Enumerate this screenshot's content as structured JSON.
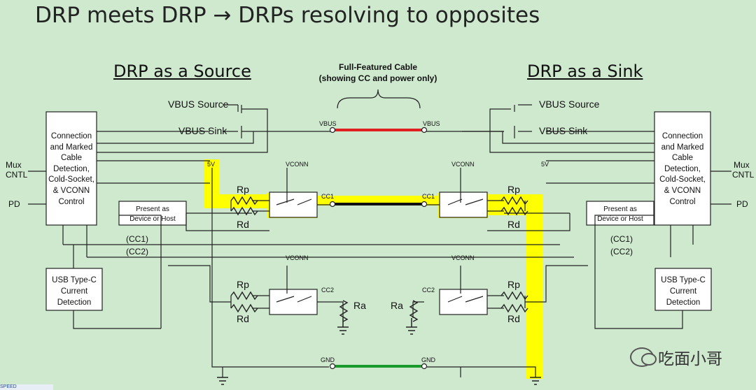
{
  "title": "DRP meets DRP → DRPs resolving to opposites",
  "left_heading": "DRP as a Source",
  "right_heading": "DRP as a Sink",
  "cable": {
    "line1": "Full-Featured Cable",
    "line2": "(showing CC and power only)"
  },
  "labels": {
    "vbus": "VBUS",
    "vbus_source": "VBUS Source",
    "vbus_sink": "VBUS Sink",
    "five_v": "5V",
    "vconn": "VCONN",
    "cc1": "CC1",
    "cc2": "CC2",
    "cc1_paren": "(CC1)",
    "cc2_paren": "(CC2)",
    "rp": "Rp",
    "rd": "Rd",
    "ra": "Ra",
    "gnd": "GND",
    "mux": "Mux",
    "cntl": "CNTL",
    "pd": "PD"
  },
  "control_box": [
    "Connection",
    "and Marked",
    "Cable",
    "Detection,",
    "Cold-Socket,",
    "& VCONN",
    "Control"
  ],
  "present_box": [
    "Present as",
    "Device or Host"
  ],
  "usb_box": [
    "USB Type-C",
    "Current",
    "Detection"
  ],
  "colors": {
    "vbus_line": "#e02020",
    "cc_line": "#111111",
    "gnd_line": "#1a9a2a",
    "highlight": "#ffff00"
  },
  "watermark": "吃面小哥",
  "logo": "SPEED"
}
